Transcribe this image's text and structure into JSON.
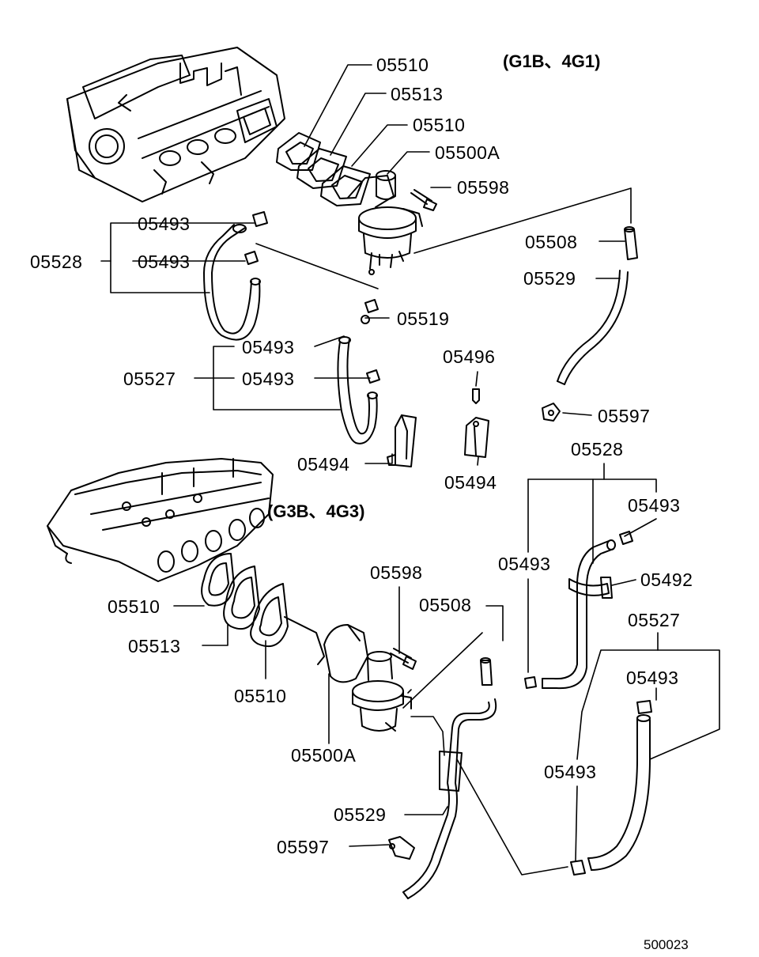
{
  "diagram": {
    "variant_top": "(G1B、4G1)",
    "variant_bottom": "(G3B、4G3)",
    "reference_code": "500023"
  },
  "top_labels": {
    "p05510_a": "05510",
    "p05513": "05513",
    "p05510_b": "05510",
    "p05500a": "05500A",
    "p05598": "05598",
    "p05493_a": "05493",
    "p05528": "05528",
    "p05493_b": "05493",
    "p05508": "05508",
    "p05529": "05529",
    "p05519": "05519",
    "p05493_c": "05493",
    "p05527": "05527",
    "p05493_d": "05493",
    "p05496": "05496",
    "p05597": "05597",
    "p05494_a": "05494",
    "p05494_b": "05494"
  },
  "bottom_labels": {
    "p05528": "05528",
    "p05493_a": "05493",
    "p05493_b": "05493",
    "p05492": "05492",
    "p05598": "05598",
    "p05508": "05508",
    "p05510_a": "05510",
    "p05513": "05513",
    "p05510_b": "05510",
    "p05500a": "05500A",
    "p05527": "05527",
    "p05493_c": "05493",
    "p05493_d": "05493",
    "p05529": "05529",
    "p05597": "05597"
  }
}
